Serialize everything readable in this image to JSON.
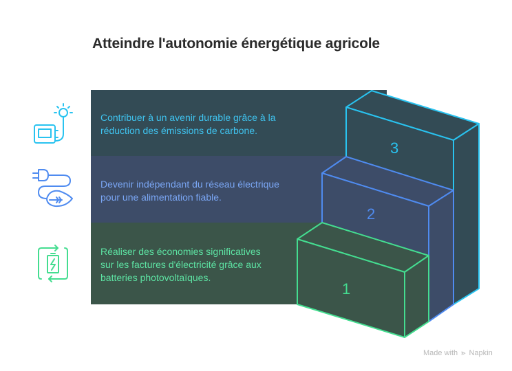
{
  "title": "Atteindre l'autonomie énergétique agricole",
  "steps": [
    {
      "number": "3",
      "text_line1": "Contribuer à un avenir durable grâce à la",
      "text_line2": "réduction des émissions de carbone.",
      "icon": "generator-lightbulb-icon",
      "color": "#29c3f0",
      "band_color": "#334b55"
    },
    {
      "number": "2",
      "text_line1": "Devenir indépendant du réseau électrique",
      "text_line2": "pour une alimentation fiable.",
      "icon": "plug-leaf-icon",
      "color": "#4f8bf0",
      "band_color": "#3d4c68"
    },
    {
      "number": "1",
      "text_line1": "Réaliser des économies significatives",
      "text_line2": "sur les factures d'électricité grâce aux",
      "text_line3": "batteries photovoltaïques.",
      "icon": "battery-recycle-icon",
      "color": "#44dd90",
      "band_color": "#3b5549"
    }
  ],
  "footer": {
    "made_with": "Made with",
    "brand": "Napkin"
  }
}
